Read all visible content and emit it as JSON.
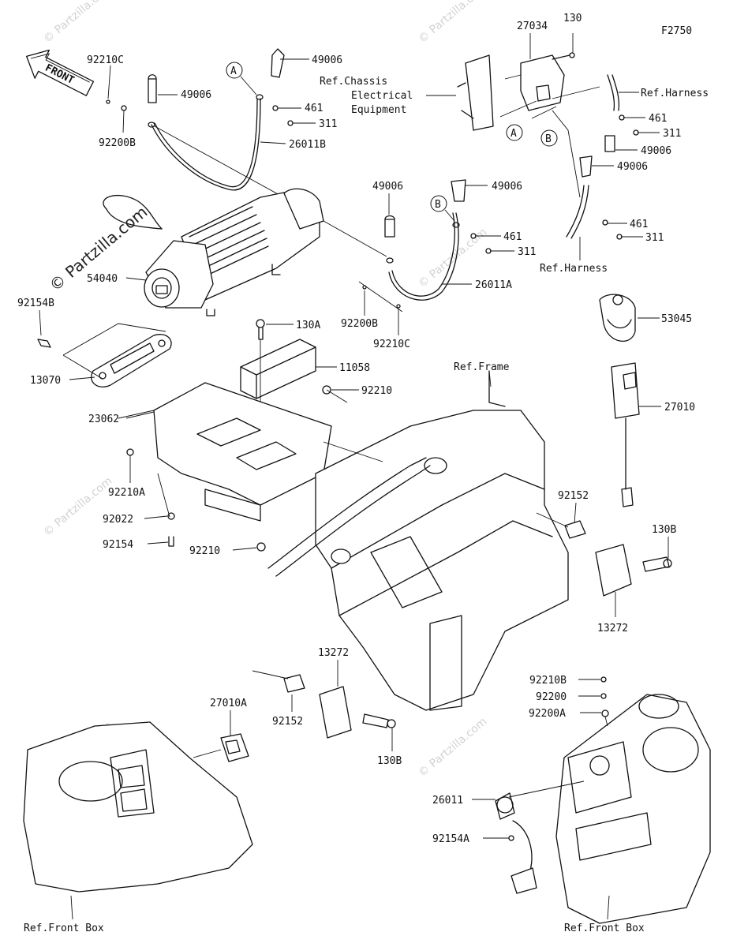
{
  "figure_code": "F2750",
  "front_arrow": "FRONT",
  "watermark": "© Partzilla.com",
  "callouts": {
    "A1": "A",
    "A2": "A",
    "B1": "B",
    "B2": "B"
  },
  "labels": {
    "p92210C_top": "92210C",
    "p92200B_top": "92200B",
    "p49006_a": "49006",
    "p49006_b": "49006",
    "p461_a": "461",
    "p311_a": "311",
    "p26011B": "26011B",
    "p27034": "27034",
    "p130": "130",
    "ref_chassis_1": "Ref.Chassis",
    "ref_chassis_2": "Electrical",
    "ref_chassis_3": "Equipment",
    "ref_harness_1": "Ref.Harness",
    "p461_b": "461",
    "p311_b": "311",
    "p49006_c": "49006",
    "p49006_d": "49006",
    "p461_c": "461",
    "p311_c": "311",
    "ref_harness_2": "Ref.Harness",
    "p49006_e": "49006",
    "p49006_f": "49006",
    "p461_d": "461",
    "p311_d": "311",
    "p26011A": "26011A",
    "p92200B_mid": "92200B",
    "p92210C_mid": "92210C",
    "p54040": "54040",
    "p92154B": "92154B",
    "p13070": "13070",
    "p130A": "130A",
    "p11058": "11058",
    "p92210_a": "92210",
    "p23062": "23062",
    "p92210A": "92210A",
    "p92022": "92022",
    "p92154": "92154",
    "p92210_b": "92210",
    "ref_frame": "Ref.Frame",
    "p53045": "53045",
    "p27010": "27010",
    "p92152_a": "92152",
    "p130B_a": "130B",
    "p13272_a": "13272",
    "p13272_b": "13272",
    "p92152_b": "92152",
    "p130B_b": "130B",
    "p27010A": "27010A",
    "p92210B": "92210B",
    "p92200": "92200",
    "p92200A": "92200A",
    "p26011": "26011",
    "p92154A": "92154A",
    "ref_front_box_1": "Ref.Front Box",
    "ref_front_box_2": "Ref.Front Box"
  }
}
